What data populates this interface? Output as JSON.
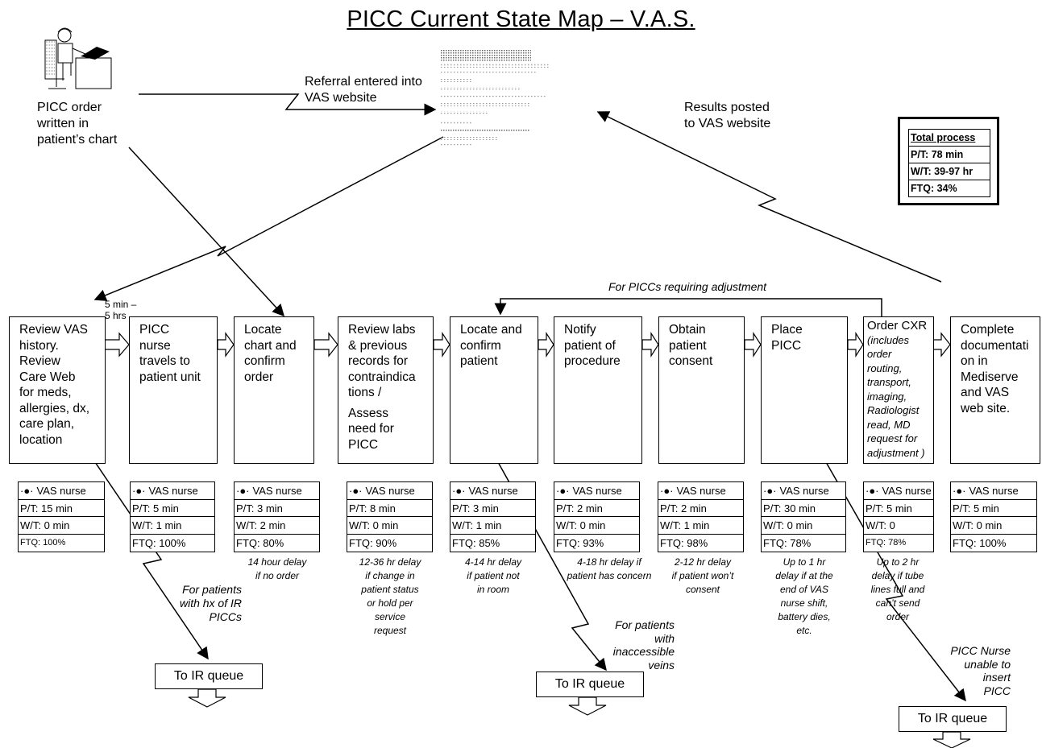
{
  "title": "PICC Current State Map – V.A.S.",
  "start": {
    "label_lines": [
      "PICC order",
      "written in",
      "patient’s chart"
    ]
  },
  "referral_label_lines": [
    "Referral entered into",
    "VAS website"
  ],
  "results_label_lines": [
    "Results posted",
    "to VAS website"
  ],
  "adjustment_label": "For PICCs requiring adjustment",
  "first_wait_lines": [
    "5 min –",
    "5 hrs"
  ],
  "totals": {
    "header": "Total process",
    "pt": "P/T: 78 min",
    "wt": "W/T: 39-97 hr",
    "ftq": "FTQ: 34%"
  },
  "steps": [
    {
      "lines": [
        "Review VAS",
        "history.",
        "Review",
        "Care Web",
        "for meds,",
        "allergies, dx,",
        "care plan,",
        "location"
      ],
      "role": "VAS nurse",
      "pt": "P/T: 15 min",
      "wt": "W/T: 0 min",
      "ftq": "FTQ: 100%"
    },
    {
      "lines": [
        "PICC",
        "nurse",
        "travels to",
        "patient unit"
      ],
      "role": "VAS nurse",
      "pt": "P/T: 5 min",
      "wt": "W/T: 1 min",
      "ftq": "FTQ: 100%"
    },
    {
      "lines": [
        "Locate",
        "chart and",
        "confirm",
        "order"
      ],
      "role": "VAS nurse",
      "pt": "P/T: 3 min",
      "wt": "W/T: 2 min",
      "ftq": "FTQ: 80%",
      "delay_lines": [
        "14 hour delay",
        "if no order"
      ]
    },
    {
      "lines": [
        "Review labs",
        "& previous",
        "records for",
        "contraindica",
        "tions /",
        "",
        "Assess",
        "need for",
        "PICC"
      ],
      "role": "VAS nurse",
      "pt": "P/T: 8 min",
      "wt": "W/T: 0 min",
      "ftq": "FTQ: 90%",
      "delay_lines": [
        "12-36 hr delay",
        "if change in",
        "patient status",
        "or hold per",
        "service",
        "request"
      ]
    },
    {
      "lines": [
        "Locate and",
        "confirm",
        "patient"
      ],
      "role": "VAS nurse",
      "pt": "P/T: 3 min",
      "wt": "W/T: 1 min",
      "ftq": "FTQ: 85%",
      "delay_lines": [
        "4-14 hr delay",
        "if patient not",
        "in room"
      ]
    },
    {
      "lines": [
        "Notify",
        "patient of",
        "procedure"
      ],
      "role": "VAS nurse",
      "pt": "P/T: 2 min",
      "wt": "W/T: 0 min",
      "ftq": "FTQ: 93%",
      "delay_lines": [
        "4-18 hr delay if",
        "patient has concern"
      ]
    },
    {
      "lines": [
        "Obtain",
        "patient",
        "consent"
      ],
      "role": "VAS nurse",
      "pt": "P/T: 2 min",
      "wt": "W/T: 1 min",
      "ftq": "FTQ: 98%",
      "delay_lines": [
        "2-12 hr delay",
        "if patient won’t",
        "consent"
      ]
    },
    {
      "lines": [
        "Place",
        "PICC"
      ],
      "role": "VAS nurse",
      "pt": "P/T: 30 min",
      "wt": "W/T: 0 min",
      "ftq": "FTQ: 78%",
      "delay_lines": [
        "Up to 1 hr",
        "delay if at the",
        "end of VAS",
        "nurse shift,",
        "battery dies,",
        "etc."
      ]
    },
    {
      "lines": [
        "Order CXR",
        "(includes",
        "order",
        "routing,",
        "transport,",
        "imaging,",
        "Radiologist",
        "read, MD",
        "request for",
        "adjustment )"
      ],
      "role": "VAS nurse",
      "pt": "P/T: 5 min",
      "wt": "W/T: 0",
      "ftq": "FTQ: 78%",
      "delay_lines": [
        "Up to 2 hr",
        "delay if tube",
        "lines full and",
        "can’t send",
        "order"
      ]
    },
    {
      "lines": [
        "Complete",
        "documentati",
        "on in",
        "Mediserve",
        "and VAS",
        "web site."
      ],
      "role": "VAS nurse",
      "pt": "P/T: 5 min",
      "wt": "W/T: 0 min",
      "ftq": "FTQ: 100%"
    }
  ],
  "ir_branches": [
    {
      "label_lines": [
        "For patients",
        "with hx of IR",
        "PICCs"
      ],
      "queue": "To IR queue"
    },
    {
      "label_lines": [
        "For patients",
        "with",
        "inaccessible",
        "veins"
      ],
      "queue": "To IR queue"
    },
    {
      "label_lines": [
        "PICC Nurse",
        "unable to",
        "insert",
        "PICC"
      ],
      "queue": "To IR queue"
    }
  ]
}
